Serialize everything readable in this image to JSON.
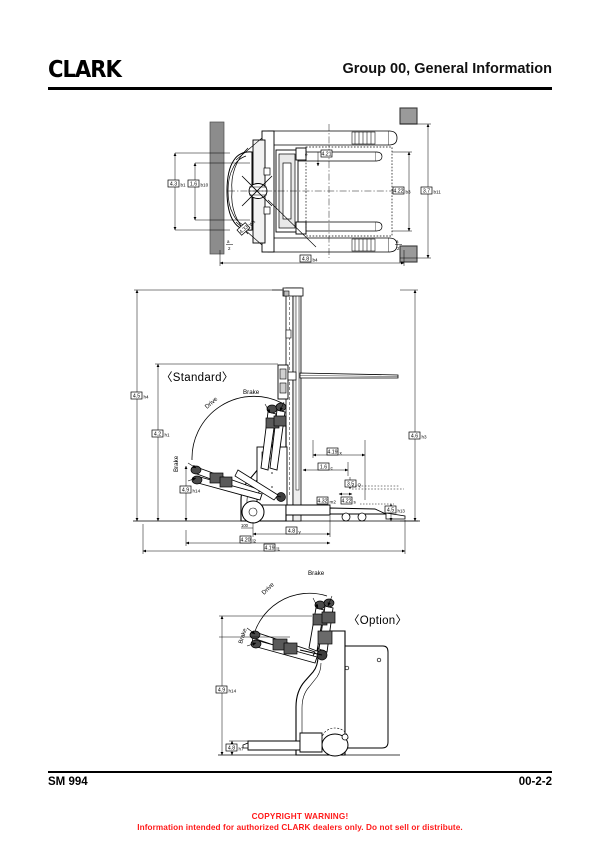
{
  "header": {
    "logo_text": "CLARK",
    "title": "Group 00, General Information"
  },
  "footer": {
    "manual_code": "SM 994",
    "page_number": "00-2-2",
    "copyright_line1": "COPYRIGHT WARNING!",
    "copyright_line2": "Information intended for authorized CLARK dealers only. Do not sell or distribute."
  },
  "drawings": {
    "top_view": {
      "name": "plan-view",
      "callouts": [
        {
          "id": "b1",
          "ref": "4.3",
          "sub": "b1"
        },
        {
          "id": "b10",
          "ref": "1.6",
          "sub": "b10"
        },
        {
          "id": "b5",
          "ref": "4.21",
          "sub": "b5"
        },
        {
          "id": "b3",
          "ref": "4.22",
          "sub": "b3"
        },
        {
          "id": "b11",
          "ref": "3.7",
          "sub": "b11"
        },
        {
          "id": "b4",
          "ref": "4.8",
          "sub": "b4"
        },
        {
          "id": "wa",
          "ref": "4.33",
          "sub": "Wa"
        },
        {
          "id": "a2l",
          "ref": "a",
          "sub": "2"
        },
        {
          "id": "a2r",
          "ref": "a",
          "sub": "2"
        },
        {
          "id": "ee",
          "ref": "e",
          "sub": ""
        }
      ]
    },
    "standard_view": {
      "name": "standard-side-view",
      "title": "〈Standard〉",
      "tiller_labels": [
        "Brake",
        "Drive",
        "Brake"
      ],
      "callouts": [
        {
          "id": "h4",
          "ref": "4.5",
          "sub": "h4"
        },
        {
          "id": "h1",
          "ref": "4.2",
          "sub": "h1"
        },
        {
          "id": "h14",
          "ref": "4.9",
          "sub": "h14"
        },
        {
          "id": "h3",
          "ref": "4.6",
          "sub": "h3"
        },
        {
          "id": "x",
          "ref": "4.19",
          "sub": "x"
        },
        {
          "id": "c",
          "ref": "1.6",
          "sub": "c"
        },
        {
          "id": "q",
          "ref": "3.5",
          "sub": "Q"
        },
        {
          "id": "m2",
          "ref": "4.32",
          "sub": "m2"
        },
        {
          "id": "s",
          "ref": "4.22",
          "sub": "s"
        },
        {
          "id": "h13",
          "ref": "4.5",
          "sub": "h13"
        },
        {
          "id": "y",
          "ref": "4.8",
          "sub": "y"
        },
        {
          "id": "l2",
          "ref": "4.20",
          "sub": "l2"
        },
        {
          "id": "l1",
          "ref": "4.19",
          "sub": "l1"
        },
        {
          "id": "n100",
          "ref": "100",
          "sub": ""
        }
      ]
    },
    "option_view": {
      "name": "option-tiller-view",
      "title": "〈Option〉",
      "tiller_labels": [
        "Brake",
        "Drive",
        "Brake"
      ],
      "callouts": [
        {
          "id": "h14o",
          "ref": "4.9",
          "sub": "h14"
        },
        {
          "id": "h7o",
          "ref": "4.8",
          "sub": "h7"
        }
      ]
    }
  },
  "colors": {
    "ink": "#000000",
    "wall_gray": "#8c8c8c",
    "pallet_gray": "#9a9a9a",
    "body_gray": "#d7d7d7",
    "copyright_red": "#ff1a1a"
  }
}
